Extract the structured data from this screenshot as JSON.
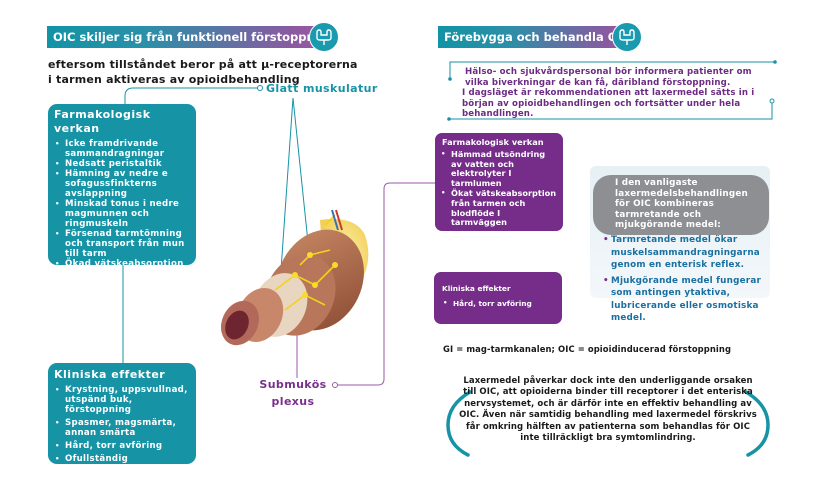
{
  "left": {
    "header": "OIC skiljer sig från funktionell förstoppning",
    "header_icon": "intestine-icon",
    "lead_lines": [
      "eftersom tillståndet beror på att μ-receptorerna",
      "i tarmen aktiveras av opioidbehandling"
    ],
    "pharma": {
      "title": "Farmakologisk verkan",
      "items": [
        "Icke framdrivande sammandragningar",
        "Nedsatt peristaltik",
        "Hämning av nedre e sofagussfinkterns avslappning",
        "Minskad tonus i nedre magmunnen och ringmuskeln",
        "Försenad tarmtömning och transport från mun till tarm",
        "Ökad vätskeabsorption"
      ]
    },
    "clinical": {
      "title": "Kliniska effekter",
      "items": [
        "Krystning, uppsvullnad, utspänd buk, förstoppning",
        "Spasmer, magsmärta, annan smärta",
        "Hård, torr avföring",
        "Ofullständig tarmtömning"
      ]
    }
  },
  "illustration": {
    "label_top": "Glatt muskulatur",
    "label_bottom_1": "Submukös",
    "label_bottom_2": "plexus"
  },
  "right": {
    "header": "Förebygga och behandla OIC",
    "header_icon": "intestine-icon",
    "info_1": "Hälso- och sjukvårdspersonal bör informera patienter om vilka biverkningar de kan få, däribland förstoppning.",
    "info_2": "I dagsläget är rekommendationen att laxermedel sätts in i början av opioidbehandlingen och fortsätter under hela behandlingen.",
    "pharma": {
      "title": "Farmakologisk verkan",
      "items": [
        "Hämmad utsöndring av vatten och elektrolyter I tarmlumen",
        "Ökat vätskeabsorption från tarmen och blodflöde I tarmväggen"
      ]
    },
    "clinical": {
      "title": "Kliniska effekter",
      "items": [
        "Hård, torr avföring"
      ]
    },
    "laxative_intro": "I den vanligaste laxermedelsbehandlingen för OIC kombineras tarmretande och mjukgörande medel:",
    "laxative_items": [
      "Tarmretande medel ökar muskelsammandragningarna genom en enterisk reflex.",
      "Mjukgörande medel fungerar som antingen ytaktiva, lubricerande eller osmotiska medel."
    ],
    "abbreviations": "GI = mag-tarmkanalen; OIC = opioidinducerad förstoppning",
    "quote": "Laxermedel påverkar dock inte den underliggande orsaken till OIC, att opioiderna binder till receptorer i det enteriska nervsystemet, och är därför inte en effektiv behandling av OIC. Även när samtidig behandling med laxermedel förskrivs får omkring hälften av patienterna som behandlas för OIC inte tillräckligt bra symtomlindring."
  },
  "colors": {
    "teal": "#1793a6",
    "purple": "#752d89",
    "grey": "#8d8f93",
    "blue_text": "#1a6fa0"
  }
}
